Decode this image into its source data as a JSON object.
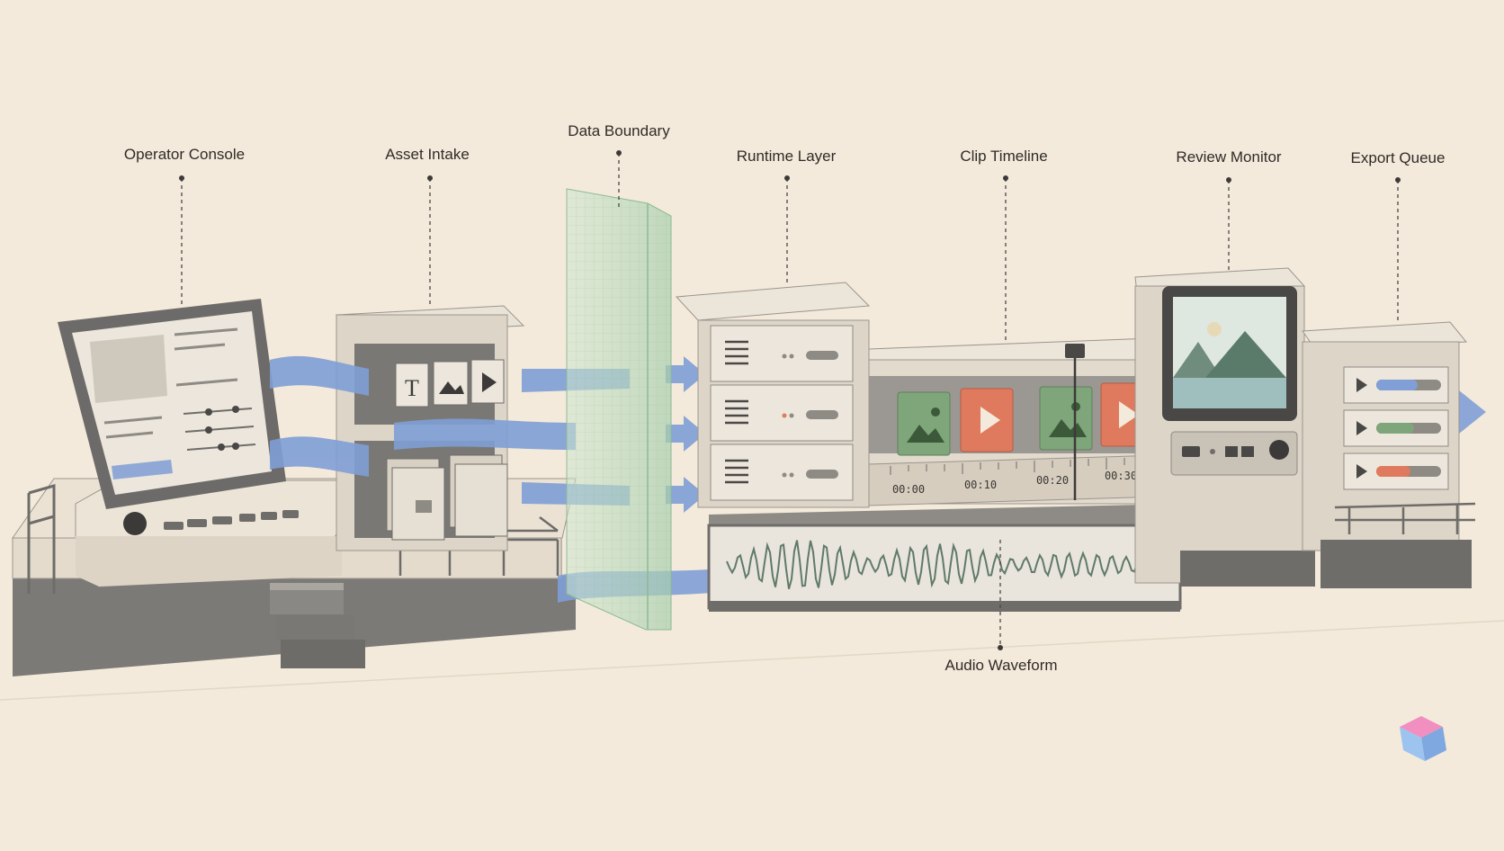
{
  "labels": {
    "operator_console": "Operator Console",
    "asset_intake": "Asset Intake",
    "data_boundary": "Data Boundary",
    "runtime_layer": "Runtime Layer",
    "clip_timeline": "Clip Timeline",
    "review_monitor": "Review Monitor",
    "export_queue": "Export Queue",
    "audio_waveform": "Audio Waveform"
  },
  "timeline": {
    "timestamps": [
      "00:00",
      "00:10",
      "00:20",
      "00:30"
    ]
  },
  "asset_tiles": {
    "text_glyph": "T"
  },
  "colors": {
    "background": "#f4eadb",
    "flow_blue": "#7f9fd6",
    "clip_green": "#7fa57a",
    "clip_orange": "#e07a5f",
    "panel_cream": "#e8e1d6",
    "panel_dark": "#6f6d6a",
    "boundary_glass": "#bcd9bf"
  },
  "icons": [
    "image-icon",
    "play-icon",
    "text-icon",
    "folder-icon",
    "vent-icon",
    "knob-icon",
    "logo-cube-icon"
  ]
}
